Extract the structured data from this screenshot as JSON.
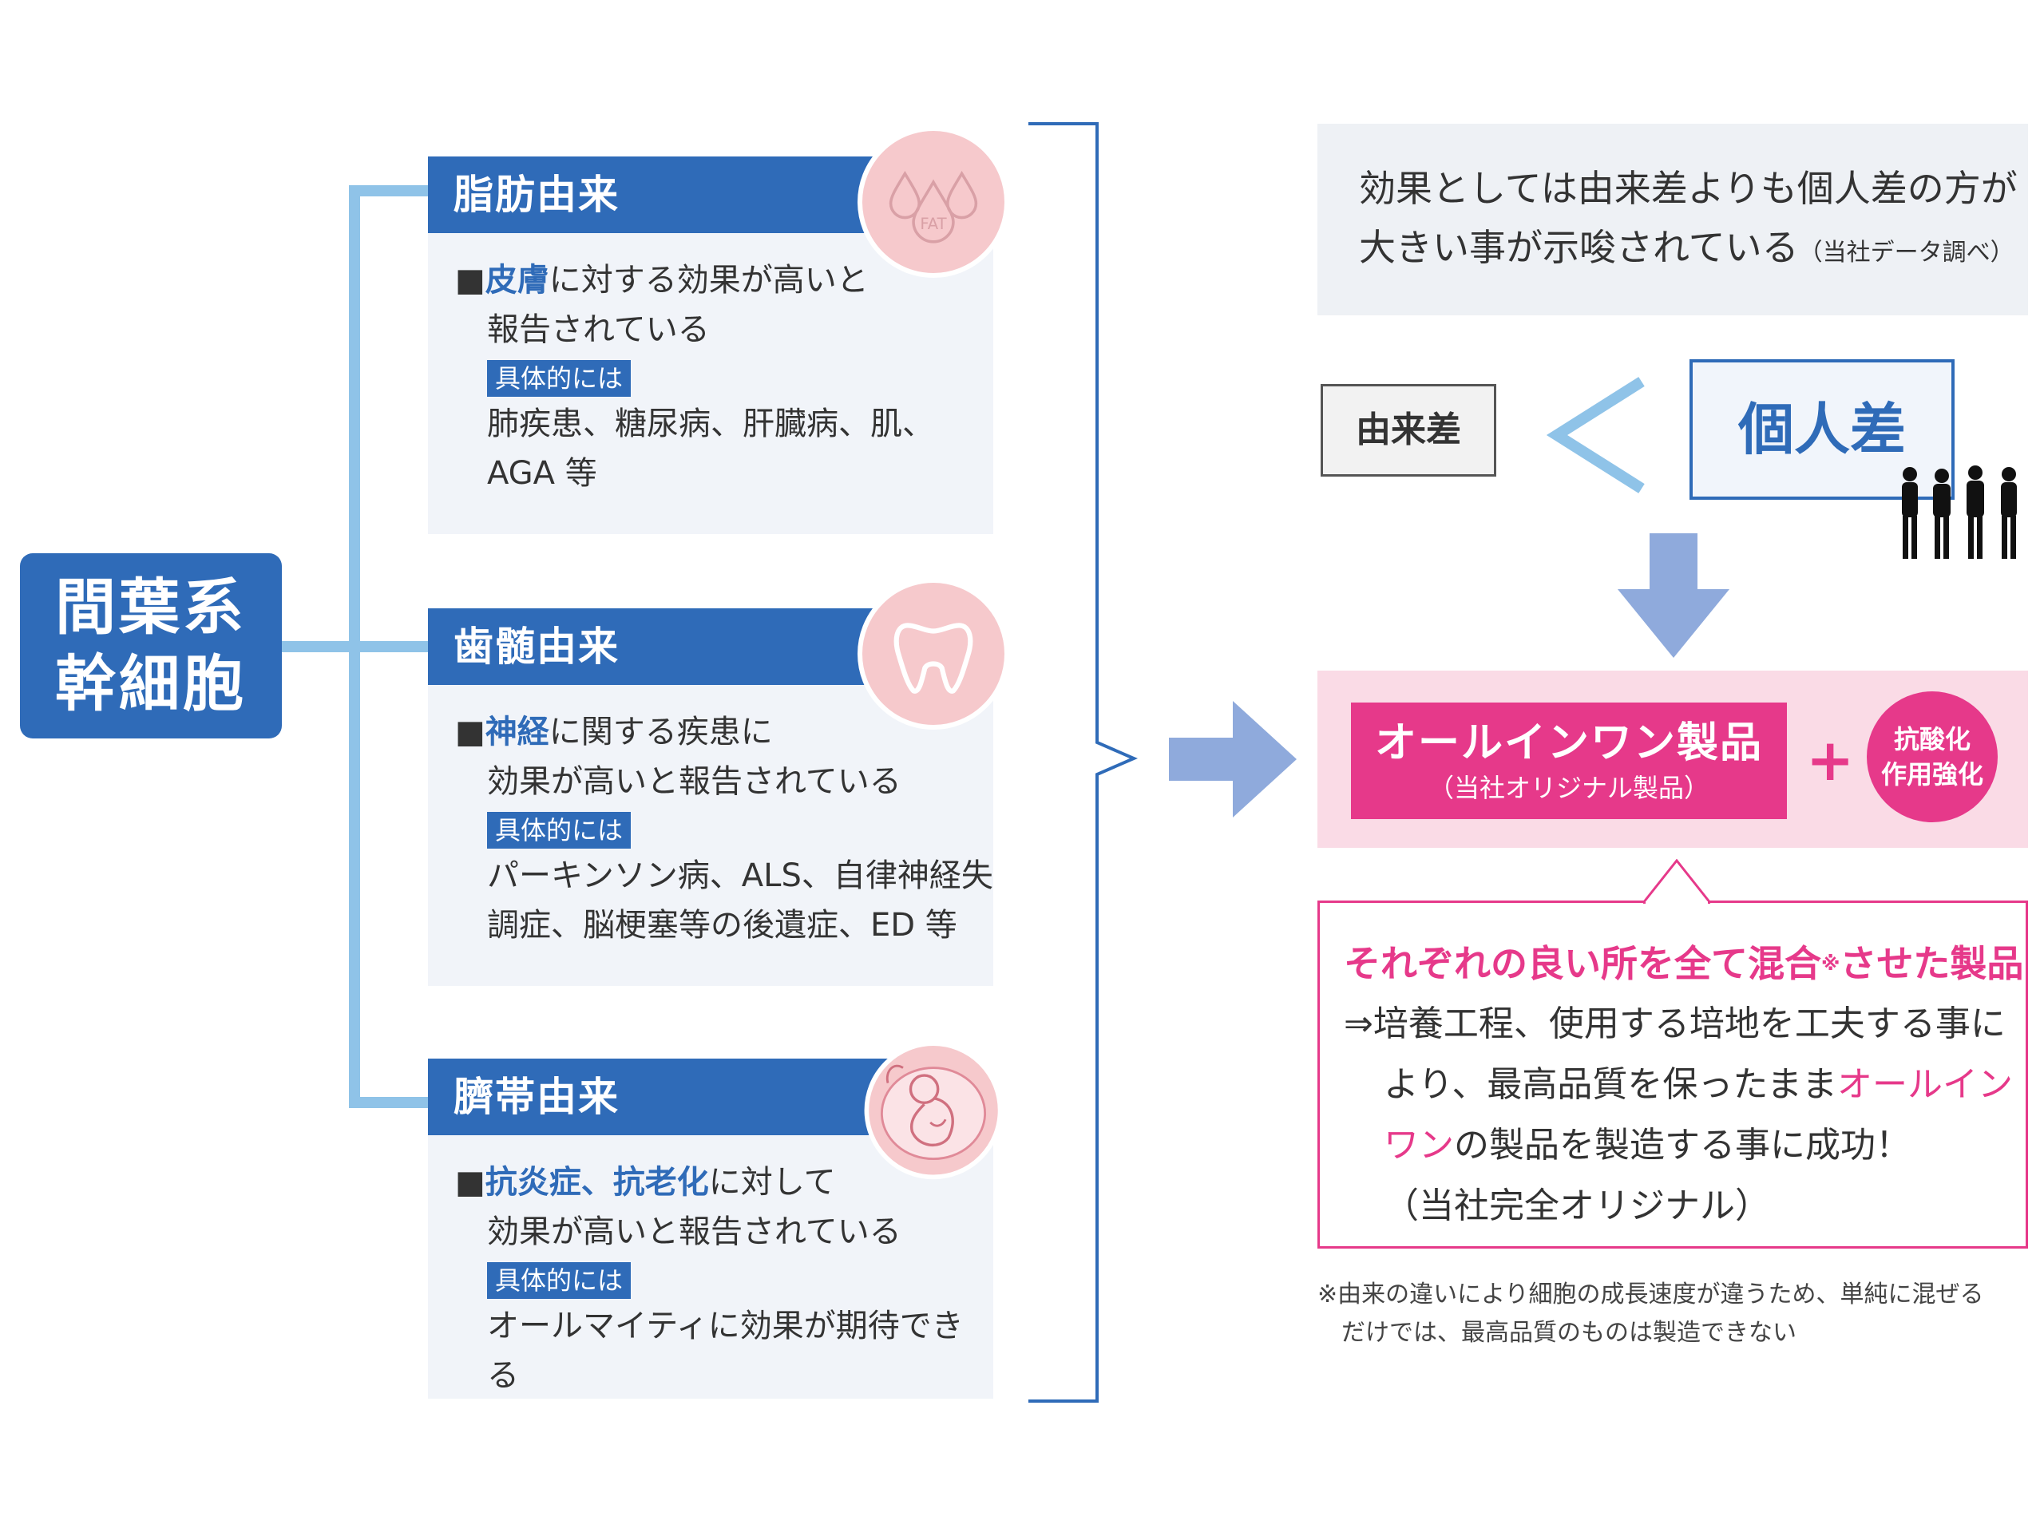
{
  "root": {
    "line1": "間葉系",
    "line2": "幹細胞"
  },
  "categories": [
    {
      "title": "脂肪由来",
      "icon": "fat-droplets-icon",
      "bullet": "■",
      "hl": "皮膚",
      "line1_rest": "に対する効果が高いと",
      "line2": "報告されている",
      "tag": "具体的には",
      "detail1": "肺疾患、糖尿病、肝臓病、肌、",
      "detail2": "AGA 等"
    },
    {
      "title": "歯髄由来",
      "icon": "tooth-icon",
      "bullet": "■",
      "hl": "神経",
      "line1_rest": "に関する疾患に",
      "line2": "効果が高いと報告されている",
      "tag": "具体的には",
      "detail1": "パーキンソン病、ALS、自律神経失",
      "detail2": "調症、脳梗塞等の後遺症、ED 等"
    },
    {
      "title": "臍帯由来",
      "icon": "fetus-icon",
      "bullet": "■",
      "hl": "抗炎症、抗老化",
      "line1_rest": "に対して",
      "line2": "効果が高いと報告されている",
      "tag": "具体的には",
      "detail1": "オールマイティに効果が期待できる"
    }
  ],
  "fat_icon_text": "FAT",
  "note": {
    "line1": "効果としては由来差よりも個人差の方が",
    "line2": "大きい事が示唆されている",
    "small": "（当社データ調べ）"
  },
  "compare": {
    "left": "由来差",
    "symbol": "<",
    "right": "個人差"
  },
  "product": {
    "main": "オールインワン製品",
    "sub": "（当社オリジナル製品）",
    "plus": "+",
    "anti1": "抗酸化",
    "anti2": "作用強化"
  },
  "desc": {
    "title_a": "それぞれの良い所を全て混合",
    "title_mark": "※",
    "title_b": "させた製品",
    "l1": "⇒培養工程、使用する培地を工夫する事に",
    "l2a": "より、最高品質を保ったまま",
    "l2b": "オールイン",
    "l3a": "ワン",
    "l3b": "の製品を製造する事に成功！",
    "l4": "（当社完全オリジナル）"
  },
  "footnote": {
    "l1": "※由来の違いにより細胞の成長速度が違うため、単純に混ぜる",
    "l2": "だけでは、最高品質のものは製造できない"
  },
  "colors": {
    "blue": "#2f6bb8",
    "light_blue": "#8fc3e8",
    "pink": "#e6398a",
    "pink_panel": "#fadbe6",
    "arrow": "#8faadc"
  }
}
